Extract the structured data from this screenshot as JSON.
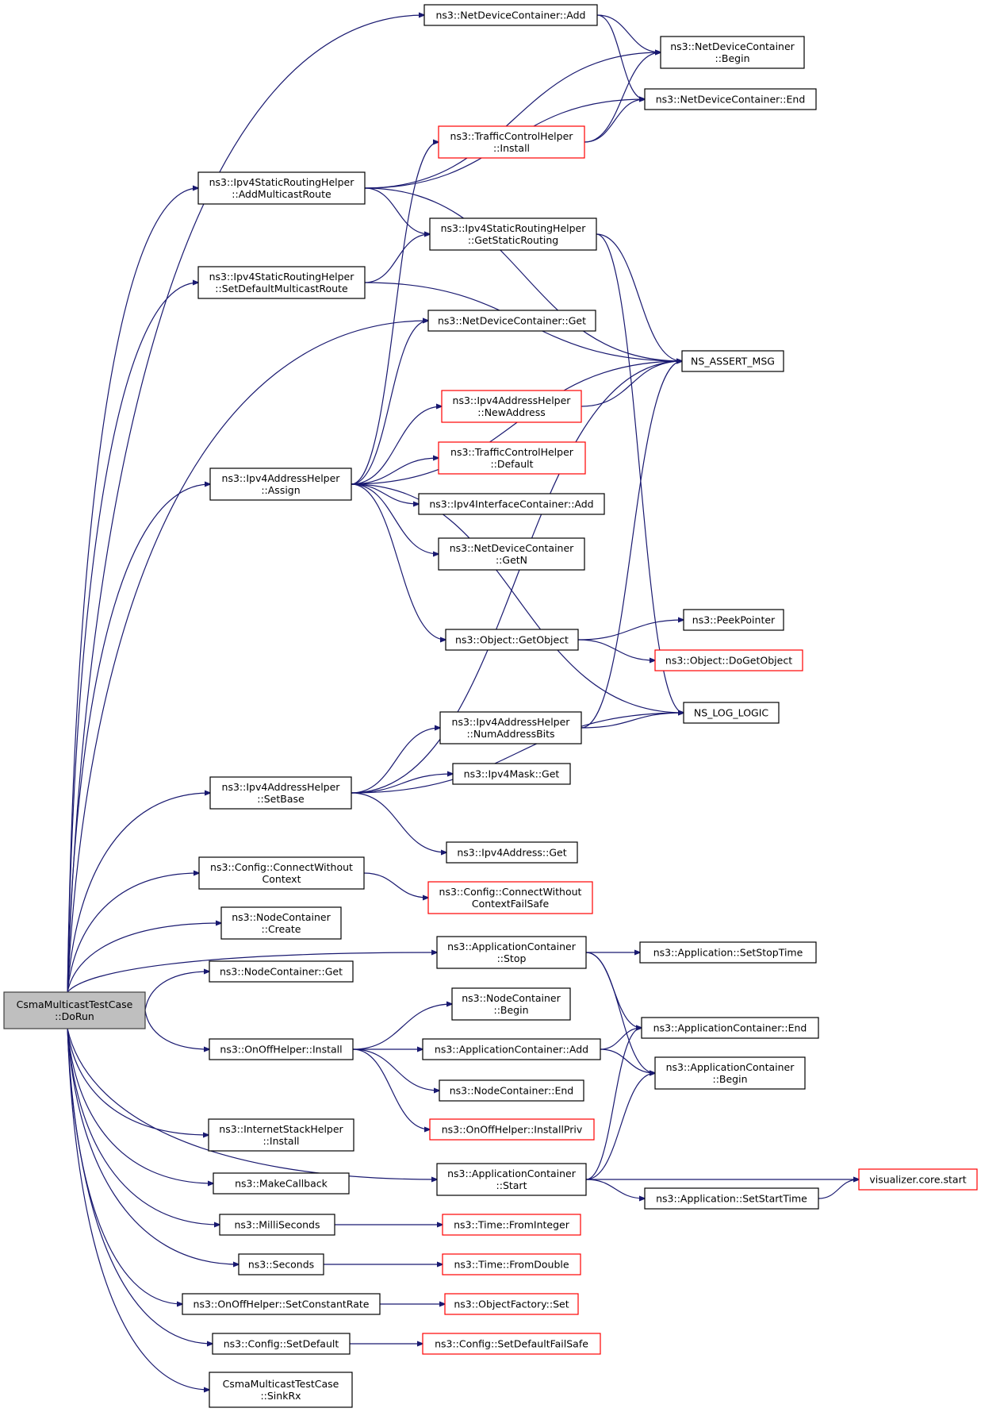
{
  "nodes": [
    {
      "id": "dorun",
      "lines": [
        "CsmaMulticastTestCase",
        "::DoRun"
      ],
      "style": "root"
    },
    {
      "id": "ndc_add",
      "lines": [
        "ns3::NetDeviceContainer::Add"
      ],
      "style": "normal"
    },
    {
      "id": "ndc_begin",
      "lines": [
        "ns3::NetDeviceContainer",
        "::Begin"
      ],
      "style": "normal"
    },
    {
      "id": "ndc_end",
      "lines": [
        "ns3::NetDeviceContainer::End"
      ],
      "style": "normal"
    },
    {
      "id": "tch_install",
      "lines": [
        "ns3::TrafficControlHelper",
        "::Install"
      ],
      "style": "red"
    },
    {
      "id": "add_mroute",
      "lines": [
        "ns3::Ipv4StaticRoutingHelper",
        "::AddMulticastRoute"
      ],
      "style": "normal"
    },
    {
      "id": "get_static",
      "lines": [
        "ns3::Ipv4StaticRoutingHelper",
        "::GetStaticRouting"
      ],
      "style": "normal"
    },
    {
      "id": "set_def_mroute",
      "lines": [
        "ns3::Ipv4StaticRoutingHelper",
        "::SetDefaultMulticastRoute"
      ],
      "style": "normal"
    },
    {
      "id": "ndc_get",
      "lines": [
        "ns3::NetDeviceContainer::Get"
      ],
      "style": "normal"
    },
    {
      "id": "ns_assert",
      "lines": [
        "NS_ASSERT_MSG"
      ],
      "style": "normal"
    },
    {
      "id": "new_address",
      "lines": [
        "ns3::Ipv4AddressHelper",
        "::NewAddress"
      ],
      "style": "red"
    },
    {
      "id": "tch_default",
      "lines": [
        "ns3::TrafficControlHelper",
        "::Default"
      ],
      "style": "red"
    },
    {
      "id": "assign",
      "lines": [
        "ns3::Ipv4AddressHelper",
        "::Assign"
      ],
      "style": "normal"
    },
    {
      "id": "iic_add",
      "lines": [
        "ns3::Ipv4InterfaceContainer::Add"
      ],
      "style": "normal"
    },
    {
      "id": "ndc_getn",
      "lines": [
        "ns3::NetDeviceContainer",
        "::GetN"
      ],
      "style": "normal"
    },
    {
      "id": "peek",
      "lines": [
        "ns3::PeekPointer"
      ],
      "style": "normal"
    },
    {
      "id": "get_object",
      "lines": [
        "ns3::Object::GetObject"
      ],
      "style": "normal"
    },
    {
      "id": "do_get_object",
      "lines": [
        "ns3::Object::DoGetObject"
      ],
      "style": "red"
    },
    {
      "id": "num_bits",
      "lines": [
        "ns3::Ipv4AddressHelper",
        "::NumAddressBits"
      ],
      "style": "normal"
    },
    {
      "id": "ns_log",
      "lines": [
        "NS_LOG_LOGIC"
      ],
      "style": "normal"
    },
    {
      "id": "mask_get",
      "lines": [
        "ns3::Ipv4Mask::Get"
      ],
      "style": "normal"
    },
    {
      "id": "set_base",
      "lines": [
        "ns3::Ipv4AddressHelper",
        "::SetBase"
      ],
      "style": "normal"
    },
    {
      "id": "addr_get",
      "lines": [
        "ns3::Ipv4Address::Get"
      ],
      "style": "normal"
    },
    {
      "id": "cfg_cwc",
      "lines": [
        "ns3::Config::ConnectWithout",
        "Context"
      ],
      "style": "normal"
    },
    {
      "id": "cfg_cwcfs",
      "lines": [
        "ns3::Config::ConnectWithout",
        "ContextFailSafe"
      ],
      "style": "red"
    },
    {
      "id": "nc_create",
      "lines": [
        "ns3::NodeContainer",
        "::Create"
      ],
      "style": "normal"
    },
    {
      "id": "ac_stop",
      "lines": [
        "ns3::ApplicationContainer",
        "::Stop"
      ],
      "style": "normal"
    },
    {
      "id": "app_stoptime",
      "lines": [
        "ns3::Application::SetStopTime"
      ],
      "style": "normal"
    },
    {
      "id": "nc_get",
      "lines": [
        "ns3::NodeContainer::Get"
      ],
      "style": "normal"
    },
    {
      "id": "nc_begin",
      "lines": [
        "ns3::NodeContainer",
        "::Begin"
      ],
      "style": "normal"
    },
    {
      "id": "ac_end",
      "lines": [
        "ns3::ApplicationContainer::End"
      ],
      "style": "normal"
    },
    {
      "id": "onoff_install",
      "lines": [
        "ns3::OnOffHelper::Install"
      ],
      "style": "normal"
    },
    {
      "id": "ac_add",
      "lines": [
        "ns3::ApplicationContainer::Add"
      ],
      "style": "normal"
    },
    {
      "id": "ac_begin",
      "lines": [
        "ns3::ApplicationContainer",
        "::Begin"
      ],
      "style": "normal"
    },
    {
      "id": "nc_end",
      "lines": [
        "ns3::NodeContainer::End"
      ],
      "style": "normal"
    },
    {
      "id": "onoff_installpriv",
      "lines": [
        "ns3::OnOffHelper::InstallPriv"
      ],
      "style": "red"
    },
    {
      "id": "ish_install",
      "lines": [
        "ns3::InternetStackHelper",
        "::Install"
      ],
      "style": "normal"
    },
    {
      "id": "ac_start",
      "lines": [
        "ns3::ApplicationContainer",
        "::Start"
      ],
      "style": "normal"
    },
    {
      "id": "viz_start",
      "lines": [
        "visualizer.core.start"
      ],
      "style": "red"
    },
    {
      "id": "make_cb",
      "lines": [
        "ns3::MakeCallback"
      ],
      "style": "normal"
    },
    {
      "id": "app_starttime",
      "lines": [
        "ns3::Application::SetStartTime"
      ],
      "style": "normal"
    },
    {
      "id": "milli",
      "lines": [
        "ns3::MilliSeconds"
      ],
      "style": "normal"
    },
    {
      "id": "time_fromint",
      "lines": [
        "ns3::Time::FromInteger"
      ],
      "style": "red"
    },
    {
      "id": "seconds",
      "lines": [
        "ns3::Seconds"
      ],
      "style": "normal"
    },
    {
      "id": "time_fromdouble",
      "lines": [
        "ns3::Time::FromDouble"
      ],
      "style": "red"
    },
    {
      "id": "set_rate",
      "lines": [
        "ns3::OnOffHelper::SetConstantRate"
      ],
      "style": "normal"
    },
    {
      "id": "of_set",
      "lines": [
        "ns3::ObjectFactory::Set"
      ],
      "style": "red"
    },
    {
      "id": "cfg_setdefault",
      "lines": [
        "ns3::Config::SetDefault"
      ],
      "style": "normal"
    },
    {
      "id": "cfg_setdefaultfs",
      "lines": [
        "ns3::Config::SetDefaultFailSafe"
      ],
      "style": "red"
    },
    {
      "id": "sinkrx",
      "lines": [
        "CsmaMulticastTestCase",
        "::SinkRx"
      ],
      "style": "normal"
    }
  ],
  "edges": [
    [
      "dorun",
      "ndc_add"
    ],
    [
      "dorun",
      "add_mroute"
    ],
    [
      "dorun",
      "set_def_mroute"
    ],
    [
      "dorun",
      "ndc_get"
    ],
    [
      "dorun",
      "assign"
    ],
    [
      "dorun",
      "set_base"
    ],
    [
      "dorun",
      "cfg_cwc"
    ],
    [
      "dorun",
      "nc_create"
    ],
    [
      "dorun",
      "nc_get"
    ],
    [
      "dorun",
      "ac_stop"
    ],
    [
      "dorun",
      "onoff_install"
    ],
    [
      "dorun",
      "ac_start"
    ],
    [
      "dorun",
      "ish_install"
    ],
    [
      "dorun",
      "make_cb"
    ],
    [
      "dorun",
      "milli"
    ],
    [
      "dorun",
      "seconds"
    ],
    [
      "dorun",
      "set_rate"
    ],
    [
      "dorun",
      "cfg_setdefault"
    ],
    [
      "dorun",
      "sinkrx"
    ],
    [
      "ndc_add",
      "ndc_begin"
    ],
    [
      "ndc_add",
      "ndc_end"
    ],
    [
      "add_mroute",
      "ndc_begin"
    ],
    [
      "add_mroute",
      "ndc_end"
    ],
    [
      "add_mroute",
      "get_static"
    ],
    [
      "add_mroute",
      "ns_assert"
    ],
    [
      "set_def_mroute",
      "get_static"
    ],
    [
      "set_def_mroute",
      "ns_assert"
    ],
    [
      "get_static",
      "ns_assert"
    ],
    [
      "get_static",
      "ns_log"
    ],
    [
      "tch_install",
      "ndc_begin"
    ],
    [
      "tch_install",
      "ndc_end"
    ],
    [
      "assign",
      "tch_install"
    ],
    [
      "assign",
      "ndc_get"
    ],
    [
      "assign",
      "ns_assert"
    ],
    [
      "assign",
      "new_address"
    ],
    [
      "assign",
      "tch_default"
    ],
    [
      "assign",
      "iic_add"
    ],
    [
      "assign",
      "ndc_getn"
    ],
    [
      "assign",
      "get_object"
    ],
    [
      "assign",
      "ns_log"
    ],
    [
      "new_address",
      "ns_assert"
    ],
    [
      "get_object",
      "peek"
    ],
    [
      "get_object",
      "do_get_object"
    ],
    [
      "num_bits",
      "ns_assert"
    ],
    [
      "num_bits",
      "ns_log"
    ],
    [
      "set_base",
      "ns_assert"
    ],
    [
      "set_base",
      "num_bits"
    ],
    [
      "set_base",
      "mask_get"
    ],
    [
      "set_base",
      "ns_log"
    ],
    [
      "set_base",
      "addr_get"
    ],
    [
      "cfg_cwc",
      "cfg_cwcfs"
    ],
    [
      "ac_stop",
      "app_stoptime"
    ],
    [
      "ac_stop",
      "ac_end"
    ],
    [
      "ac_stop",
      "ac_begin"
    ],
    [
      "onoff_install",
      "nc_begin"
    ],
    [
      "onoff_install",
      "ac_add"
    ],
    [
      "onoff_install",
      "nc_end"
    ],
    [
      "onoff_install",
      "onoff_installpriv"
    ],
    [
      "ac_add",
      "ac_end"
    ],
    [
      "ac_add",
      "ac_begin"
    ],
    [
      "ac_start",
      "ac_end"
    ],
    [
      "ac_start",
      "ac_begin"
    ],
    [
      "ac_start",
      "viz_start"
    ],
    [
      "ac_start",
      "app_starttime"
    ],
    [
      "app_starttime",
      "viz_start"
    ],
    [
      "milli",
      "time_fromint"
    ],
    [
      "seconds",
      "time_fromdouble"
    ],
    [
      "set_rate",
      "of_set"
    ],
    [
      "cfg_setdefault",
      "cfg_setdefaultfs"
    ]
  ]
}
